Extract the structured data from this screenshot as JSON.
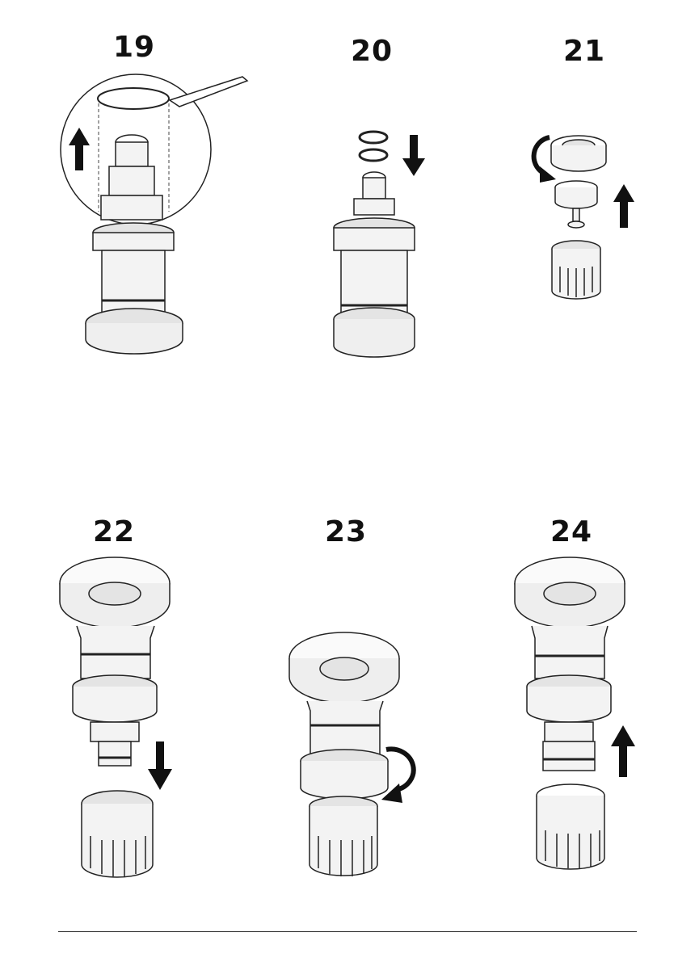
{
  "steps": [
    {
      "number": "19"
    },
    {
      "number": "20"
    },
    {
      "number": "21"
    },
    {
      "number": "22"
    },
    {
      "number": "23"
    },
    {
      "number": "24"
    }
  ],
  "icons": {
    "arrow_up": "arrow-up-icon",
    "arrow_down": "arrow-down-icon",
    "rotate": "rotate-arrow-icon"
  },
  "colors": {
    "line": "#222222",
    "fill_light": "#f3f3f3",
    "fill_mid": "#e4e4e4",
    "arrow": "#111111"
  }
}
